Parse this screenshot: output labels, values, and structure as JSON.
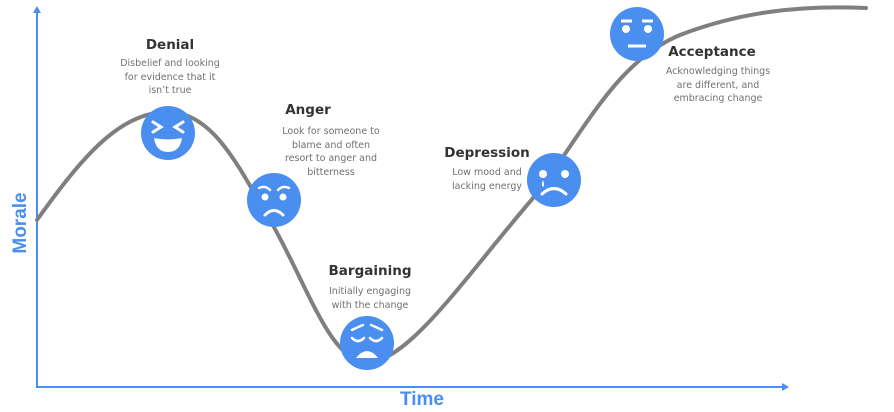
{
  "axes": {
    "y_label": "Morale",
    "x_label": "Time"
  },
  "colors": {
    "axis": "#4a8ef0",
    "face": "#4a8ef0",
    "curve": "#7f7f7f"
  },
  "stages": [
    {
      "title": "Denial",
      "desc": [
        "Disbelief and looking",
        "for evidence that it",
        "isn’t true"
      ],
      "icon": "laughing-face-icon"
    },
    {
      "title": "Anger",
      "desc": [
        "Look for someone to",
        "blame and often",
        "resort to anger and",
        "bitterness"
      ],
      "icon": "angry-face-icon"
    },
    {
      "title": "Bargaining",
      "desc": [
        "Initially engaging",
        "with the change"
      ],
      "icon": "anxious-face-icon"
    },
    {
      "title": "Depression",
      "desc": [
        "Low mood and",
        "lacking energy"
      ],
      "icon": "crying-face-icon"
    },
    {
      "title": "Acceptance",
      "desc": [
        "Acknowledging things",
        "are different, and",
        "embracing change"
      ],
      "icon": "neutral-face-icon"
    }
  ]
}
